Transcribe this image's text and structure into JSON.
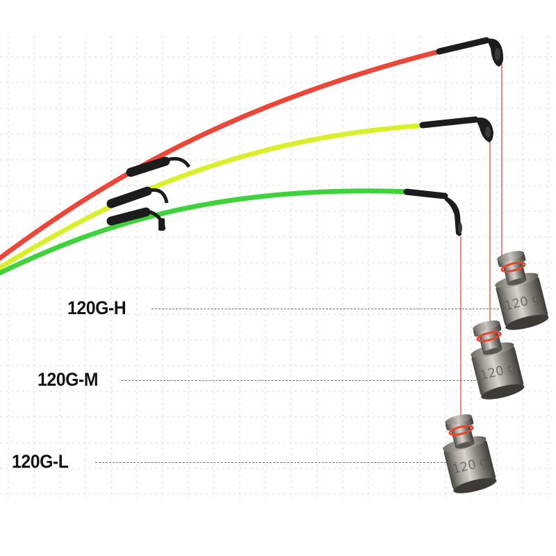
{
  "figure": {
    "description": "Fishing rod tip flex comparison under 120 g load",
    "background": "#ffffff",
    "grid_color": "#d6d6d6"
  },
  "rods": [
    {
      "id": "H",
      "label": "120G-H",
      "color": "#e8473a",
      "weight_label": "120 g"
    },
    {
      "id": "M",
      "label": "120G-M",
      "color": "#d9ef2a",
      "weight_label": "120 g"
    },
    {
      "id": "L",
      "label": "120G-L",
      "color": "#3fd23c",
      "weight_label": "120 g"
    }
  ],
  "colors": {
    "line": "#e8553f",
    "guide": "#1c1c1c",
    "weight_body": "#8a8680",
    "weight_dark": "#4a4743",
    "weight_light": "#cfcbc4",
    "weight_ring": "#e8442c"
  }
}
